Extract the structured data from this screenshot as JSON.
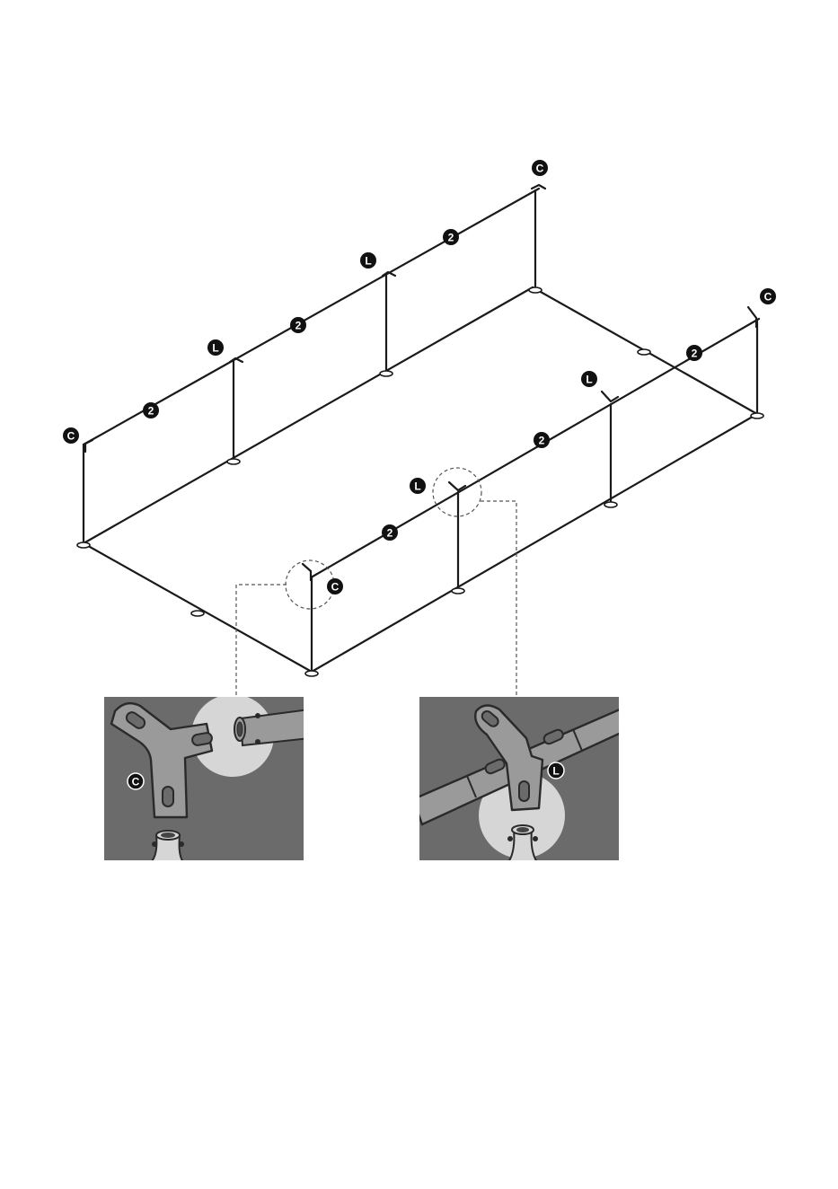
{
  "diagram": {
    "parts": {
      "corner": {
        "code": "C"
      },
      "tee": {
        "code": "L"
      },
      "beam": {
        "code": "2"
      }
    },
    "colors": {
      "line": "#1a1a1a",
      "badge": "#111111",
      "badge_text": "#ffffff",
      "panel_bg": "#6b6b6b",
      "pipe": "#9a9a9a",
      "pipe_edge": "#2a2a2a",
      "spot": "#d6d6d6"
    }
  }
}
